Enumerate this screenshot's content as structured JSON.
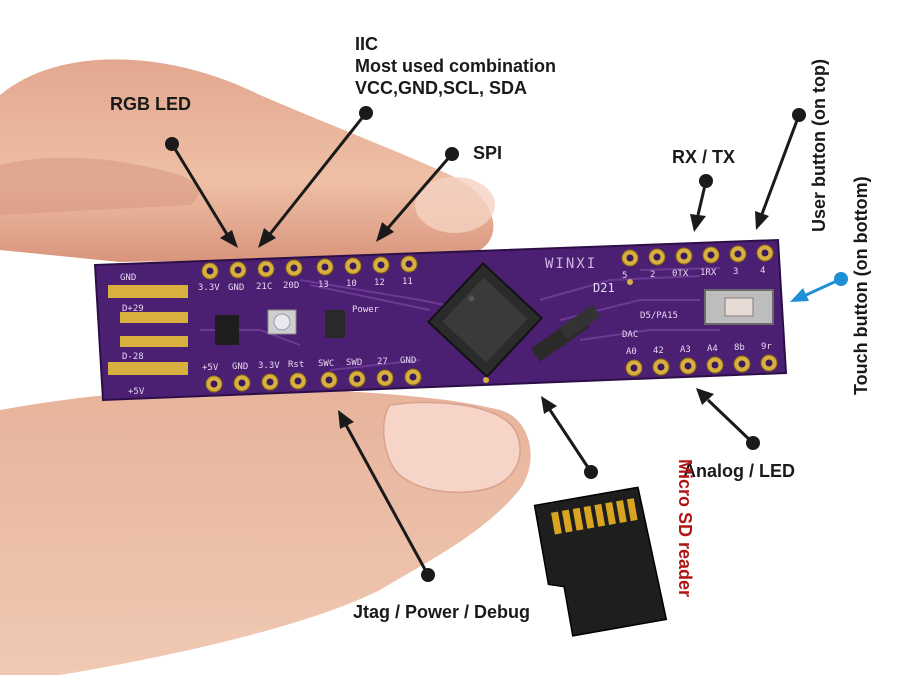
{
  "labels": {
    "rgb_led": "RGB LED",
    "iic_title": "IIC",
    "iic_line2": "Most used combination",
    "iic_line3": "VCC,GND,SCL, SDA",
    "spi": "SPI",
    "rx_tx": "RX / TX",
    "user_button": "User button (on top)",
    "touch_button": "Touch button (on bottom)",
    "analog_led": "Analog / LED",
    "micro_sd": "Micro SD reader",
    "jtag": "Jtag / Power / Debug"
  },
  "board": {
    "logo": "WINXI",
    "model": "D21",
    "top_pins": [
      "3.3V",
      "GND",
      "21C",
      "20D",
      "13",
      "10",
      "12",
      "11"
    ],
    "bottom_pins": [
      "+5V",
      "GND",
      "3.3V",
      "Rst",
      "SWC",
      "SWD",
      "27",
      "GND"
    ],
    "usb_pads": [
      "GND",
      "D+29",
      "D-28",
      "+5V"
    ],
    "right_top_pins": [
      "5",
      "2",
      "0TX",
      "1RX",
      "3",
      "4"
    ],
    "right_bottom_pins": [
      "A0",
      "42",
      "A3",
      "A4",
      "8b",
      "9r"
    ],
    "dac": "DAC",
    "d5_pa15": "D5/PA15",
    "power": "Power"
  },
  "colors": {
    "board": "#4b1f72",
    "pad": "#d8b040",
    "arrow": "#1a1a1a",
    "touch_arrow": "#1f8fd6",
    "sd_label": "#b01515",
    "skin": "#e9b8a0"
  }
}
